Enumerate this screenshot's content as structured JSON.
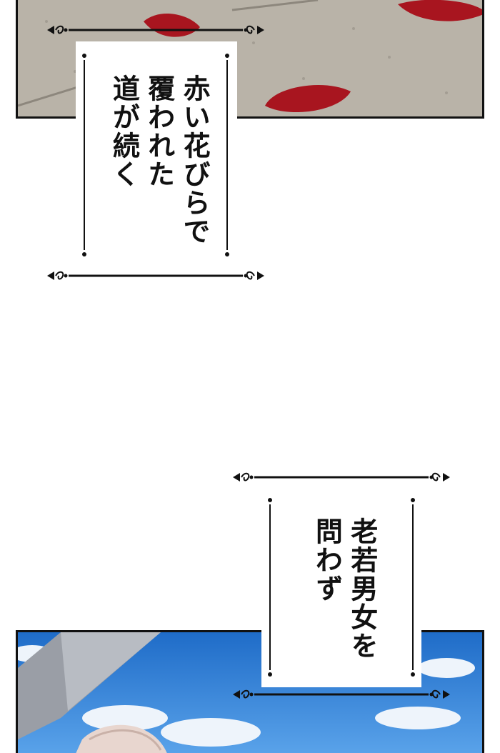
{
  "captions": {
    "caption_1": {
      "lines": [
        "赤い花びらで",
        "覆われた",
        "道が続く"
      ]
    },
    "caption_2": {
      "lines": [
        "老若男女を",
        "問わず"
      ]
    }
  },
  "colors": {
    "petal": "#a8151f",
    "ground": "#b9b3a8",
    "sky": "#2d7fd6",
    "cloud": "#eef4fb",
    "frame": "#111111"
  }
}
